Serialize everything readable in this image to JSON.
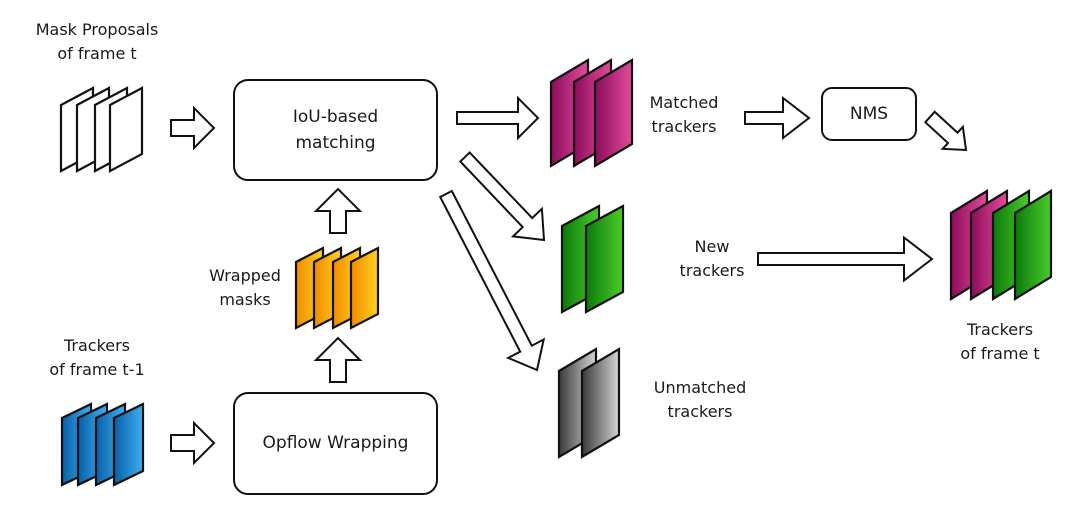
{
  "diagram": {
    "nodes": {
      "mask_proposals": {
        "label_lines": [
          "Mask Proposals",
          "of frame t"
        ],
        "color": "none",
        "frame_count": 4
      },
      "trackers_prev": {
        "label_lines": [
          "Trackers",
          "of frame t-1"
        ],
        "color": "blue",
        "frame_count": 4
      },
      "iou_matching": {
        "label_lines": [
          "IoU-based",
          "matching"
        ]
      },
      "opflow_wrapping": {
        "label_lines": [
          "Opflow Wrapping"
        ]
      },
      "wrapped_masks": {
        "label_lines": [
          "Wrapped",
          "masks"
        ],
        "color": "orange",
        "frame_count": 4
      },
      "matched_trackers": {
        "label_lines": [
          "Matched",
          "trackers"
        ],
        "color": "magenta",
        "frame_count": 3
      },
      "new_trackers": {
        "label_lines": [
          "New",
          "trackers"
        ],
        "color": "green",
        "frame_count": 2
      },
      "unmatched_trackers": {
        "label_lines": [
          "Unmatched",
          "trackers"
        ],
        "color": "gray",
        "frame_count": 2
      },
      "nms": {
        "label_lines": [
          "NMS"
        ]
      },
      "trackers_out": {
        "label_lines": [
          "Trackers",
          "of frame t"
        ],
        "colors": [
          "magenta",
          "magenta",
          "green",
          "green"
        ]
      }
    },
    "edges": [
      {
        "from": "mask_proposals",
        "to": "iou_matching"
      },
      {
        "from": "trackers_prev",
        "to": "opflow_wrapping"
      },
      {
        "from": "opflow_wrapping",
        "to": "wrapped_masks"
      },
      {
        "from": "wrapped_masks",
        "to": "iou_matching"
      },
      {
        "from": "iou_matching",
        "to": "matched_trackers"
      },
      {
        "from": "iou_matching",
        "to": "new_trackers"
      },
      {
        "from": "iou_matching",
        "to": "unmatched_trackers"
      },
      {
        "from": "matched_trackers",
        "to": "nms"
      },
      {
        "from": "nms",
        "to": "trackers_out"
      },
      {
        "from": "new_trackers",
        "to": "trackers_out"
      }
    ],
    "palette": {
      "stroke": "#111111",
      "magenta": [
        "#8c0c5a",
        "#e24c9c"
      ],
      "green": [
        "#0a7a0a",
        "#4ccc2a"
      ],
      "blue": [
        "#0a5ea8",
        "#3cb0f0"
      ],
      "orange": [
        "#f08a00",
        "#ffd21e"
      ],
      "gray": [
        "#3a3a3a",
        "#d4d4d4"
      ]
    }
  }
}
